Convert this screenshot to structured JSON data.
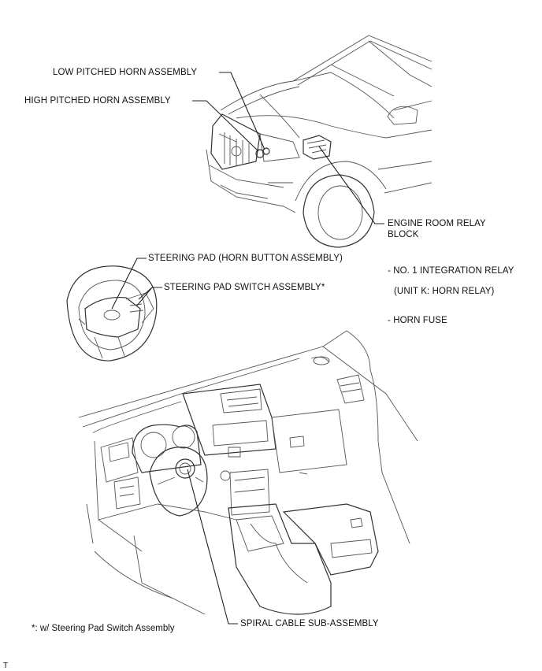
{
  "labels": {
    "low_horn": "LOW PITCHED HORN ASSEMBLY",
    "high_horn": "HIGH PITCHED HORN ASSEMBLY",
    "relay_block_1": "ENGINE ROOM RELAY",
    "relay_block_2": "BLOCK",
    "integration_relay": "- NO. 1 INTEGRATION RELAY",
    "horn_relay": "(UNIT K: HORN RELAY)",
    "horn_fuse": "- HORN FUSE",
    "steering_pad": "STEERING PAD (HORN BUTTON ASSEMBLY)",
    "pad_switch": "STEERING PAD SWITCH ASSEMBLY*",
    "spiral_cable": "SPIRAL CABLE SUB-ASSEMBLY"
  },
  "footnote": "*: w/ Steering Pad Switch Assembly",
  "corner_mark": "T"
}
